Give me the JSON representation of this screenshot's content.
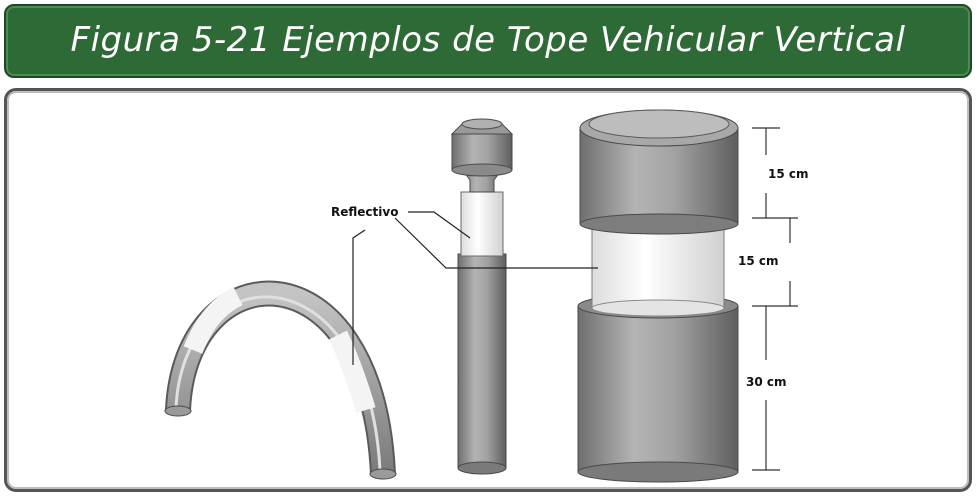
{
  "title": "Figura 5-21 Ejemplos de Tope Vehicular Vertical",
  "labels": {
    "reflective": "Reflectivo",
    "dim_top": "15 cm",
    "dim_mid": "15 cm",
    "dim_bottom": "30 cm"
  },
  "colors": {
    "title_bg": "#2e6a35",
    "frame_border": "#555555",
    "post_gray": "#8c8c8c",
    "reflective_white": "#f4f4f4"
  }
}
